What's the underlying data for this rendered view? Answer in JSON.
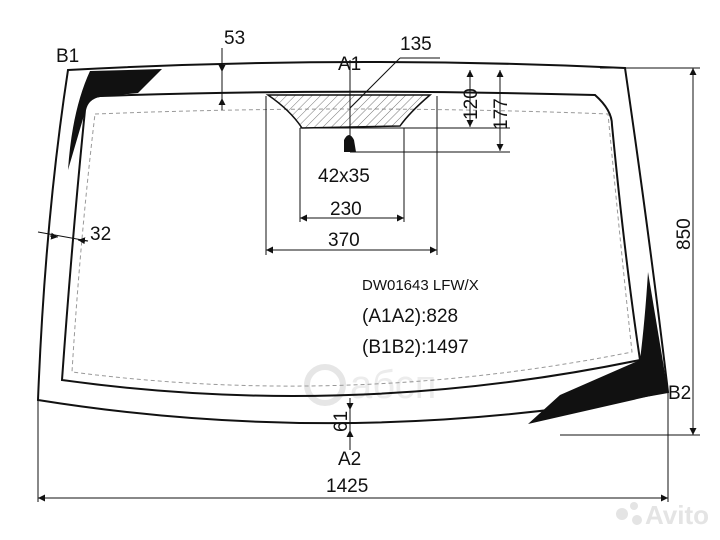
{
  "points": {
    "b1": "B1",
    "a1": "A1",
    "b2": "B2",
    "a2": "A2"
  },
  "dimensions": {
    "top_offset": "53",
    "top_width": "135",
    "mirror_mount": "42x35",
    "band_inner": "230",
    "band_outer": "370",
    "side_border": "32",
    "band_depth_120": "120",
    "band_depth_177": "177",
    "height": "850",
    "bottom_border": "61",
    "overall_width": "1425"
  },
  "product": {
    "code": "DW01643 LFW/X",
    "a1a2": "(A1A2):828",
    "b1b2": "(B1B2):1497"
  },
  "watermarks": {
    "brand": "абсп",
    "marketplace": "Avito"
  },
  "colors": {
    "line": "#111111",
    "frit": "#111111",
    "dashed": "#999999",
    "watermark": "#e6e6e6"
  }
}
